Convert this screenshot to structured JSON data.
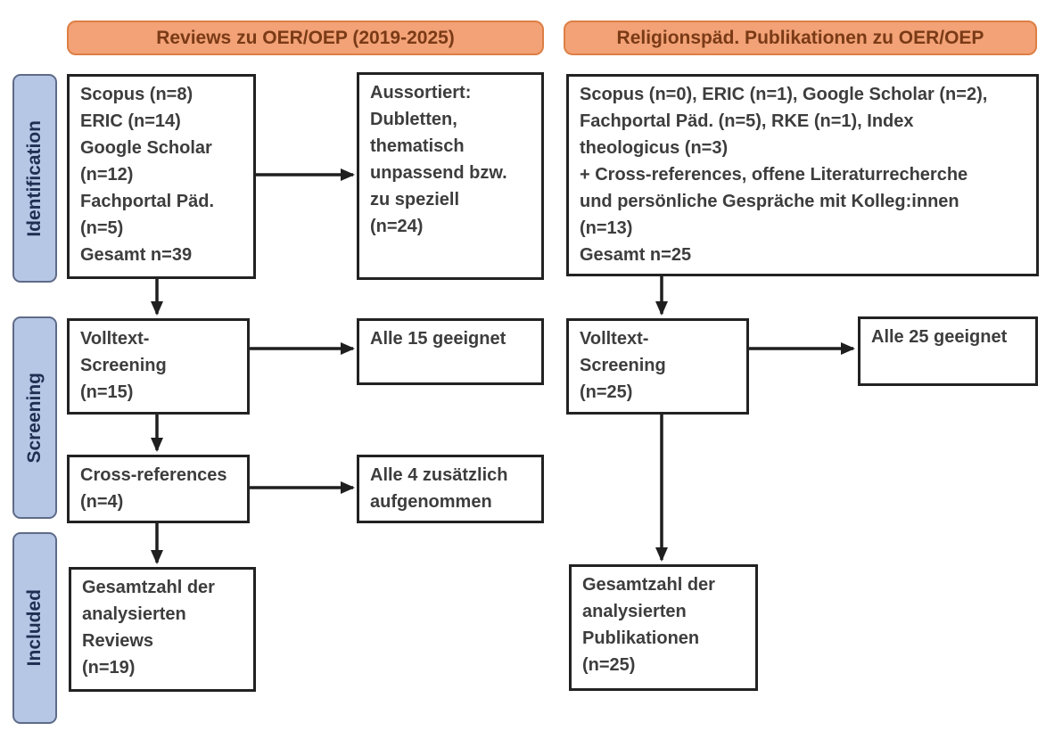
{
  "headers": {
    "left": "Reviews zu OER/OEP (2019-2025)",
    "right": "Religionspäd. Publikationen zu OER/OEP"
  },
  "stages": {
    "identification": "Identification",
    "screening": "Screening",
    "included": "Included"
  },
  "left_flow": {
    "sources": "Scopus (n=8)\nERIC (n=14)\nGoogle Scholar\n(n=12)\nFachportal Päd.\n(n=5)\nGesamt n=39",
    "excluded": "Aussortiert:\nDubletten,\nthematisch\nunpassend bzw.\nzu speziell\n(n=24)",
    "fulltext_screening": "Volltext-\nScreening\n(n=15)",
    "eligible": "Alle 15 geeignet",
    "cross_references": "Cross-references\n(n=4)",
    "added": "Alle 4 zusätzlich\naufgenommen",
    "total": "Gesamtzahl der\nanalysierten\nReviews\n(n=19)"
  },
  "right_flow": {
    "sources": "Scopus (n=0), ERIC (n=1), Google Scholar (n=2),\nFachportal Päd. (n=5), RKE (n=1), Index\ntheologicus (n=3)\n+ Cross-references, offene Literaturrecherche\nund persönliche Gespräche mit Kolleg:innen\n(n=13)\nGesamt n=25",
    "fulltext_screening": "Volltext-\nScreening\n(n=25)",
    "eligible": "Alle 25 geeignet",
    "total": "Gesamtzahl der\nanalysierten\nPublikationen\n(n=25)"
  },
  "colors": {
    "header_fill": "#F2A276",
    "header_border": "#DD7F45",
    "header_text": "#7A3A16",
    "stage_fill": "#B6C7E5",
    "stage_border": "#5E6B88",
    "stage_text": "#1E2F52",
    "box_border": "#222222",
    "box_text": "#3D3D3D",
    "arrow": "#1F1F1F"
  }
}
